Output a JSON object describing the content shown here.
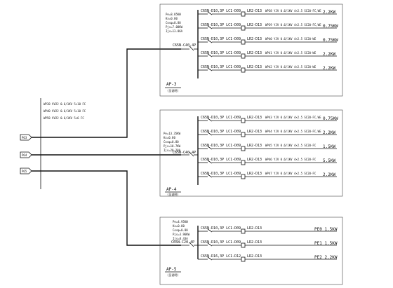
{
  "feeders": {
    "in_labels": [
      "WP38 VV22 0.6/1KV 5×10 FC",
      "WP40 VV22 0.6/1KV 5×10 FC",
      "WP58 VV22 0.6/1KV 5×6 FC"
    ],
    "tags": [
      "P63",
      "P64",
      "P65"
    ]
  },
  "panels": [
    {
      "name": "AP-3",
      "sub": "(见说明)",
      "params": [
        "Pe=8.85KW",
        "Kx=0.80",
        "Cosφ=0.80",
        "Pjs=7.08KW",
        "Ijs=13.86A"
      ],
      "main_breaker": "C65N-C40,4P",
      "branches": [
        {
          "breaker": "C65N-D10,3P LC1-D09",
          "relay": "LR2-D13",
          "cable": "WP38 YJV 0.6/1KV 4×2.5 SC20-FC,WE",
          "power": "2.2KW"
        },
        {
          "breaker": "C65N-D10,3P LC1-D09",
          "relay": "LR2-D13",
          "cable": "WP39 YJV 0.6/1KV 4×2.5 SC20-FC,WE",
          "power": "0.75KW"
        },
        {
          "breaker": "C65N-D10,3P LC1-D09",
          "relay": "LR2-D13",
          "cable": "WP40 YJV 0.6/1KV 4×2.5 SC20-WE",
          "power": "0.75KW"
        },
        {
          "breaker": "C65N-D10,3P LC1-D09",
          "relay": "LR2-D13",
          "cable": "WP41 YJV 0.6/1KV 4×2.5 SC20-WE",
          "power": "2.2KW"
        },
        {
          "breaker": "C65N-D10,3P LC1-D09",
          "relay": "LR2-D13",
          "cable": "WP42 YJV 0.6/1KV 4×2.5 SC20-WE",
          "power": "2.2KW"
        }
      ]
    },
    {
      "name": "AP-4",
      "sub": "(见说明)",
      "params": [
        "Pe=13.35KW",
        "Kx=0.80",
        "Cosφ=0.80",
        "Pjs=10.7KW",
        "Ijs=20.28A"
      ],
      "main_breaker": "C65N-C40,4P",
      "branches": [
        {
          "breaker": "C65N-D10,3P LC1-D09",
          "relay": "LR2-D13",
          "cable": "WP43 YJV 0.6/1KV 4×2.5 SC20-FC,WE",
          "power": "0.75KW"
        },
        {
          "breaker": "C65N-D10,3P LC1-D09",
          "relay": "LR2-D13",
          "cable": "WP44 YJV 0.6/1KV 4×2.5 SC20-FC,WE",
          "power": "2.2KW"
        },
        {
          "breaker": "C65N-D10,3P LC1-D09",
          "relay": "LR2-D13",
          "cable": "WP45 YJV 0.6/1KV 4×2.5 SC20-FC",
          "power": "1.5KW"
        },
        {
          "breaker": "C65N-D10,3P LC1-D09",
          "relay": "LR2-D13",
          "cable": "WP46 YJV 0.6/1KV 4×2.5 SC20-FC",
          "power": "5.5KW"
        },
        {
          "breaker": "C65N-D10,3P LC1-D09",
          "relay": "LR2-D13",
          "cable": "WP47 YJV 0.6/1KV 4×2.5 SC20-FC",
          "power": "2.2KW"
        }
      ]
    },
    {
      "name": "AP-5",
      "sub": "(见说明)",
      "params": [
        "Pe=4.95KW",
        "Kx=0.80",
        "Cosφ=0.80",
        "Pjs=3.96KW",
        "Ijs=8.43A"
      ],
      "main_breaker": "C65N-C20,4P",
      "branches": [
        {
          "breaker": "C65N-D10,3P LC1-D09",
          "relay": "LR2-D13",
          "cable": "",
          "power": "PE0 1.5KW"
        },
        {
          "breaker": "C65N-D10,3P LC1-D09",
          "relay": "LR2-D13",
          "cable": "",
          "power": "PE1 1.5KW"
        },
        {
          "breaker": "C65N-D16,3P LC1-D12",
          "relay": "LR2-D13",
          "cable": "",
          "power": "PE2 2.2KW"
        }
      ]
    }
  ]
}
